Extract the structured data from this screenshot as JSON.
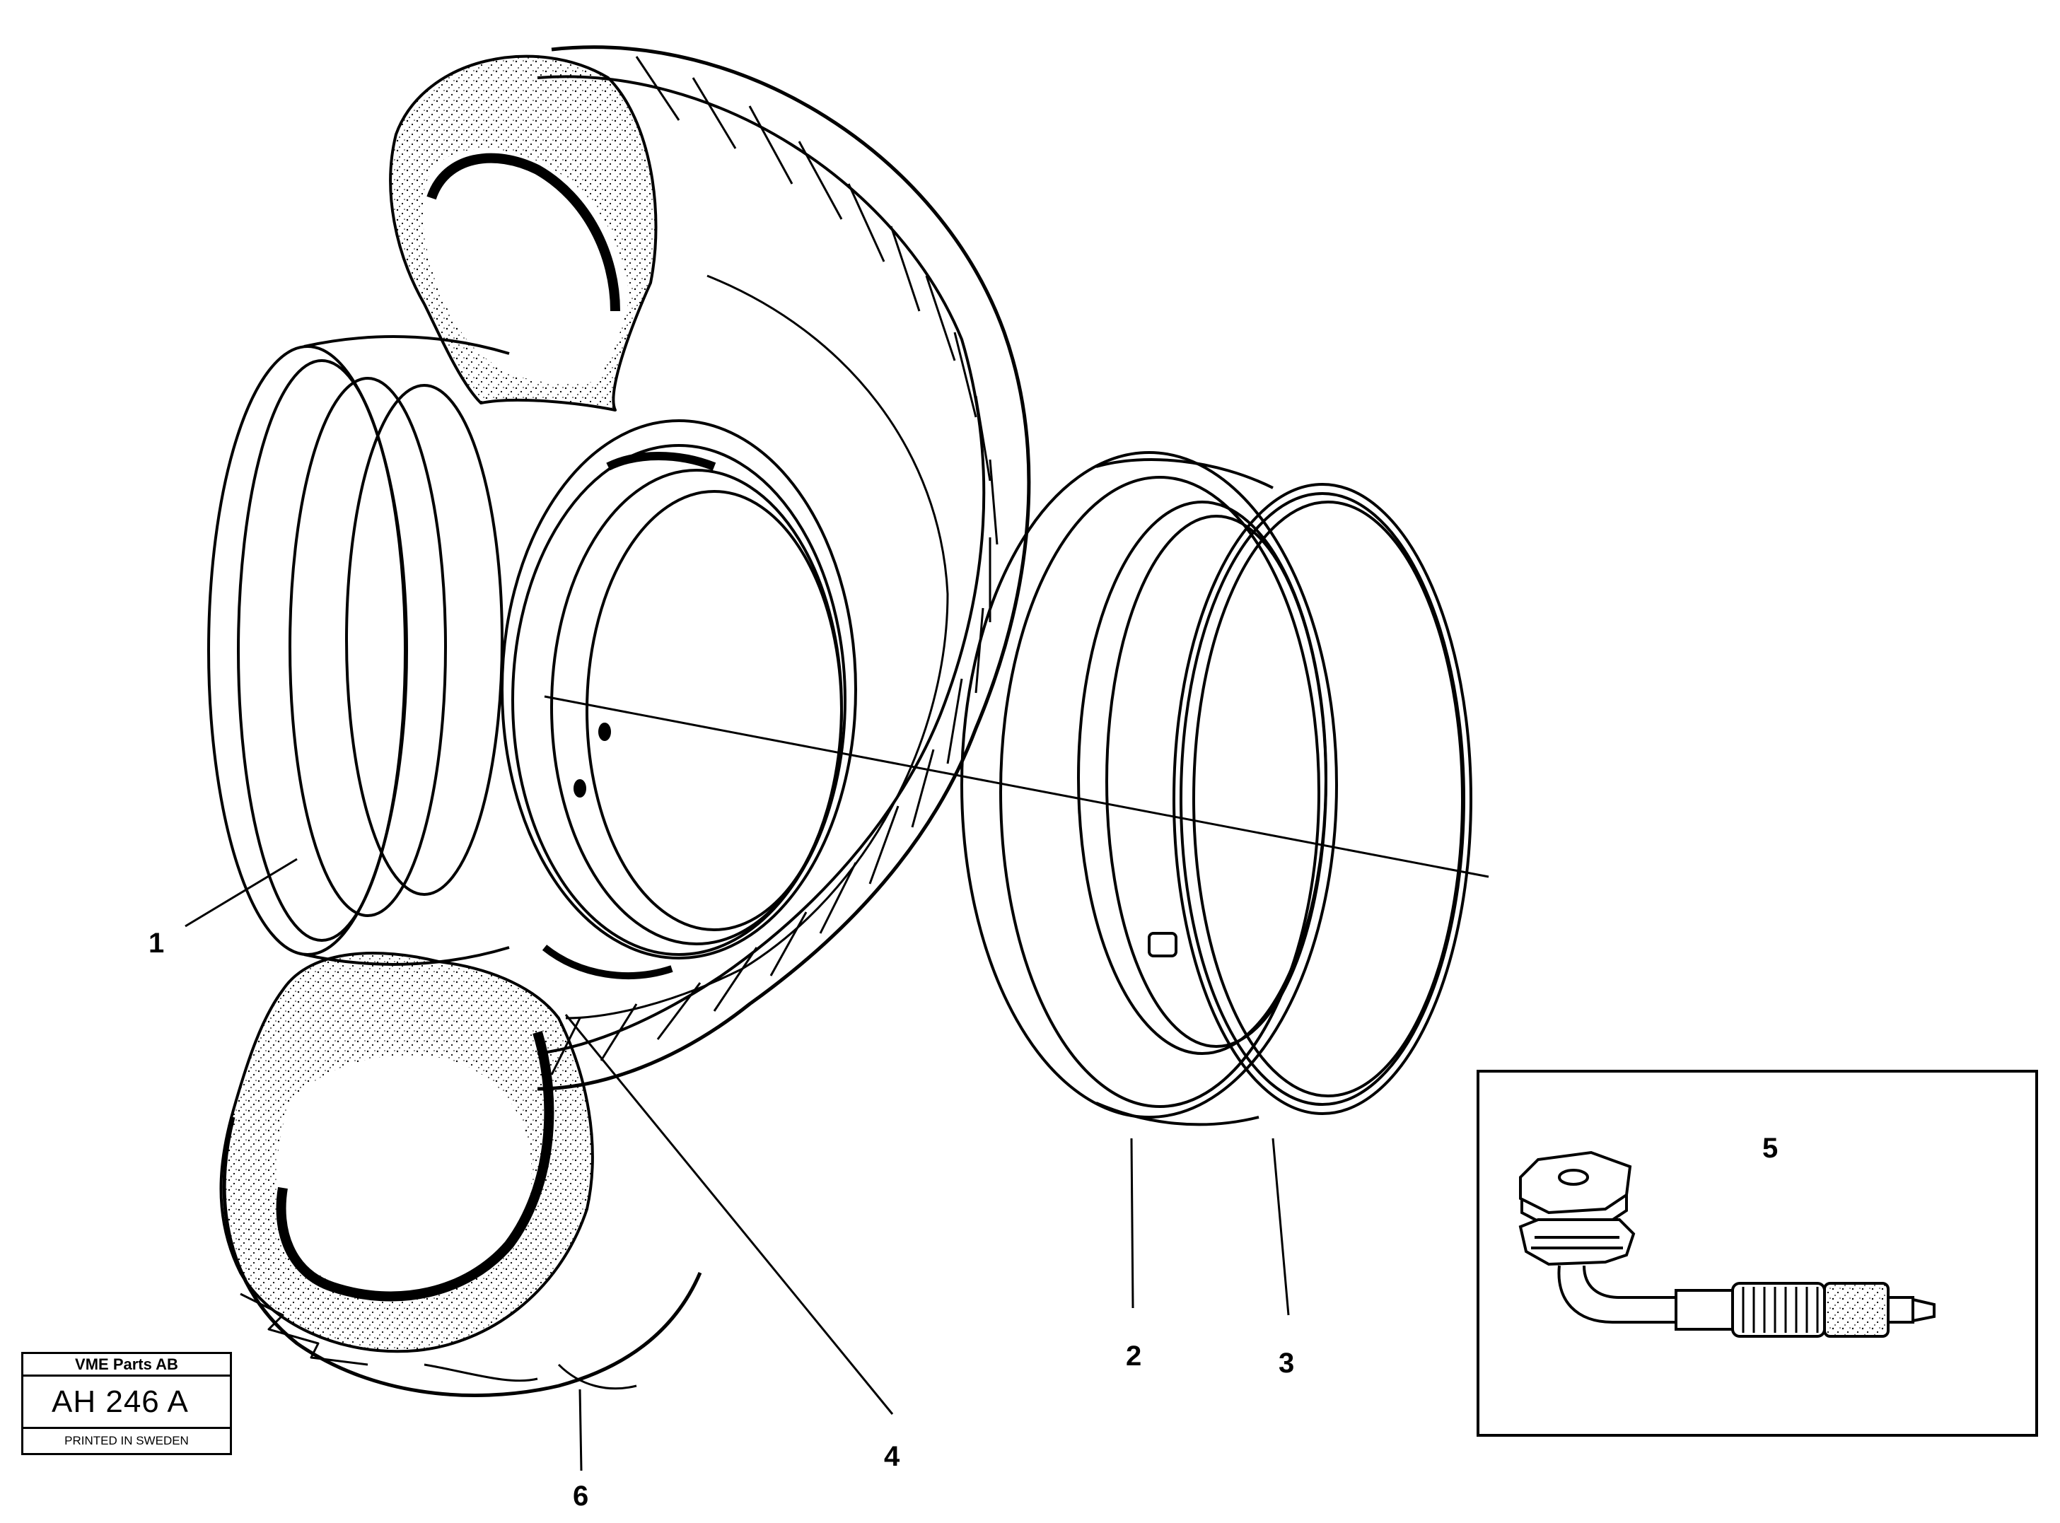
{
  "diagram": {
    "callouts": {
      "c1": "1",
      "c2": "2",
      "c3": "3",
      "c4": "4",
      "c5": "5",
      "c6": "6"
    }
  },
  "stamp": {
    "company": "VME Parts AB",
    "code": "AH 246  A",
    "printed": "PRINTED IN SWEDEN"
  }
}
